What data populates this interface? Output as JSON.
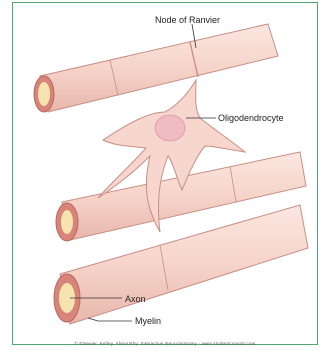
{
  "labels": {
    "node": "Node of Ranvier",
    "oligodendrocyte": "Oligodendrocyte",
    "axon": "Axon",
    "myelin": "Myelin"
  },
  "credit": "© Elsevier. Kelley, Abernathy: Interactive Neuroanatomy - www.studentconsult.com",
  "colors": {
    "frame": "#4fa86e",
    "myelin_fill": "#f8dad1",
    "myelin_stroke": "#c98e84",
    "axon_core": "#f5e3b0",
    "sheath_ring": "#d8847a",
    "nucleus": "#efbcc3"
  }
}
